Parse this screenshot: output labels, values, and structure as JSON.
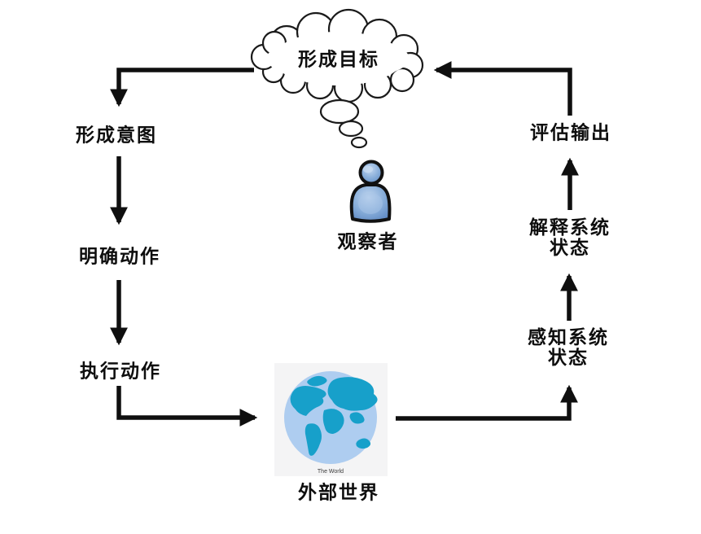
{
  "diagram": {
    "goal_cloud": {
      "label": "形成目标"
    },
    "stages": {
      "form_intention": {
        "label": "形成意图"
      },
      "specify_action": {
        "label": "明确动作"
      },
      "execute_action": {
        "label": "执行动作"
      },
      "perceive_state": {
        "line1": "感知系统",
        "line2": "状态"
      },
      "interpret_state": {
        "line1": "解释系统",
        "line2": "状态"
      },
      "evaluate_output": {
        "label": "评估输出"
      }
    },
    "observer": {
      "label": "观察者"
    },
    "world": {
      "label": "外部世界",
      "image_caption": "The World"
    },
    "colors": {
      "arrow": "#0f0f0f",
      "outline": "#1a1a1a",
      "person_fill": "#7fa8d9",
      "person_highlight": "#b9d0ec",
      "globe_ocean": "#aecdf0",
      "globe_land": "#17a0ca",
      "image_background": "#f4f4f5",
      "cloud_fill": "#ffffff"
    }
  }
}
